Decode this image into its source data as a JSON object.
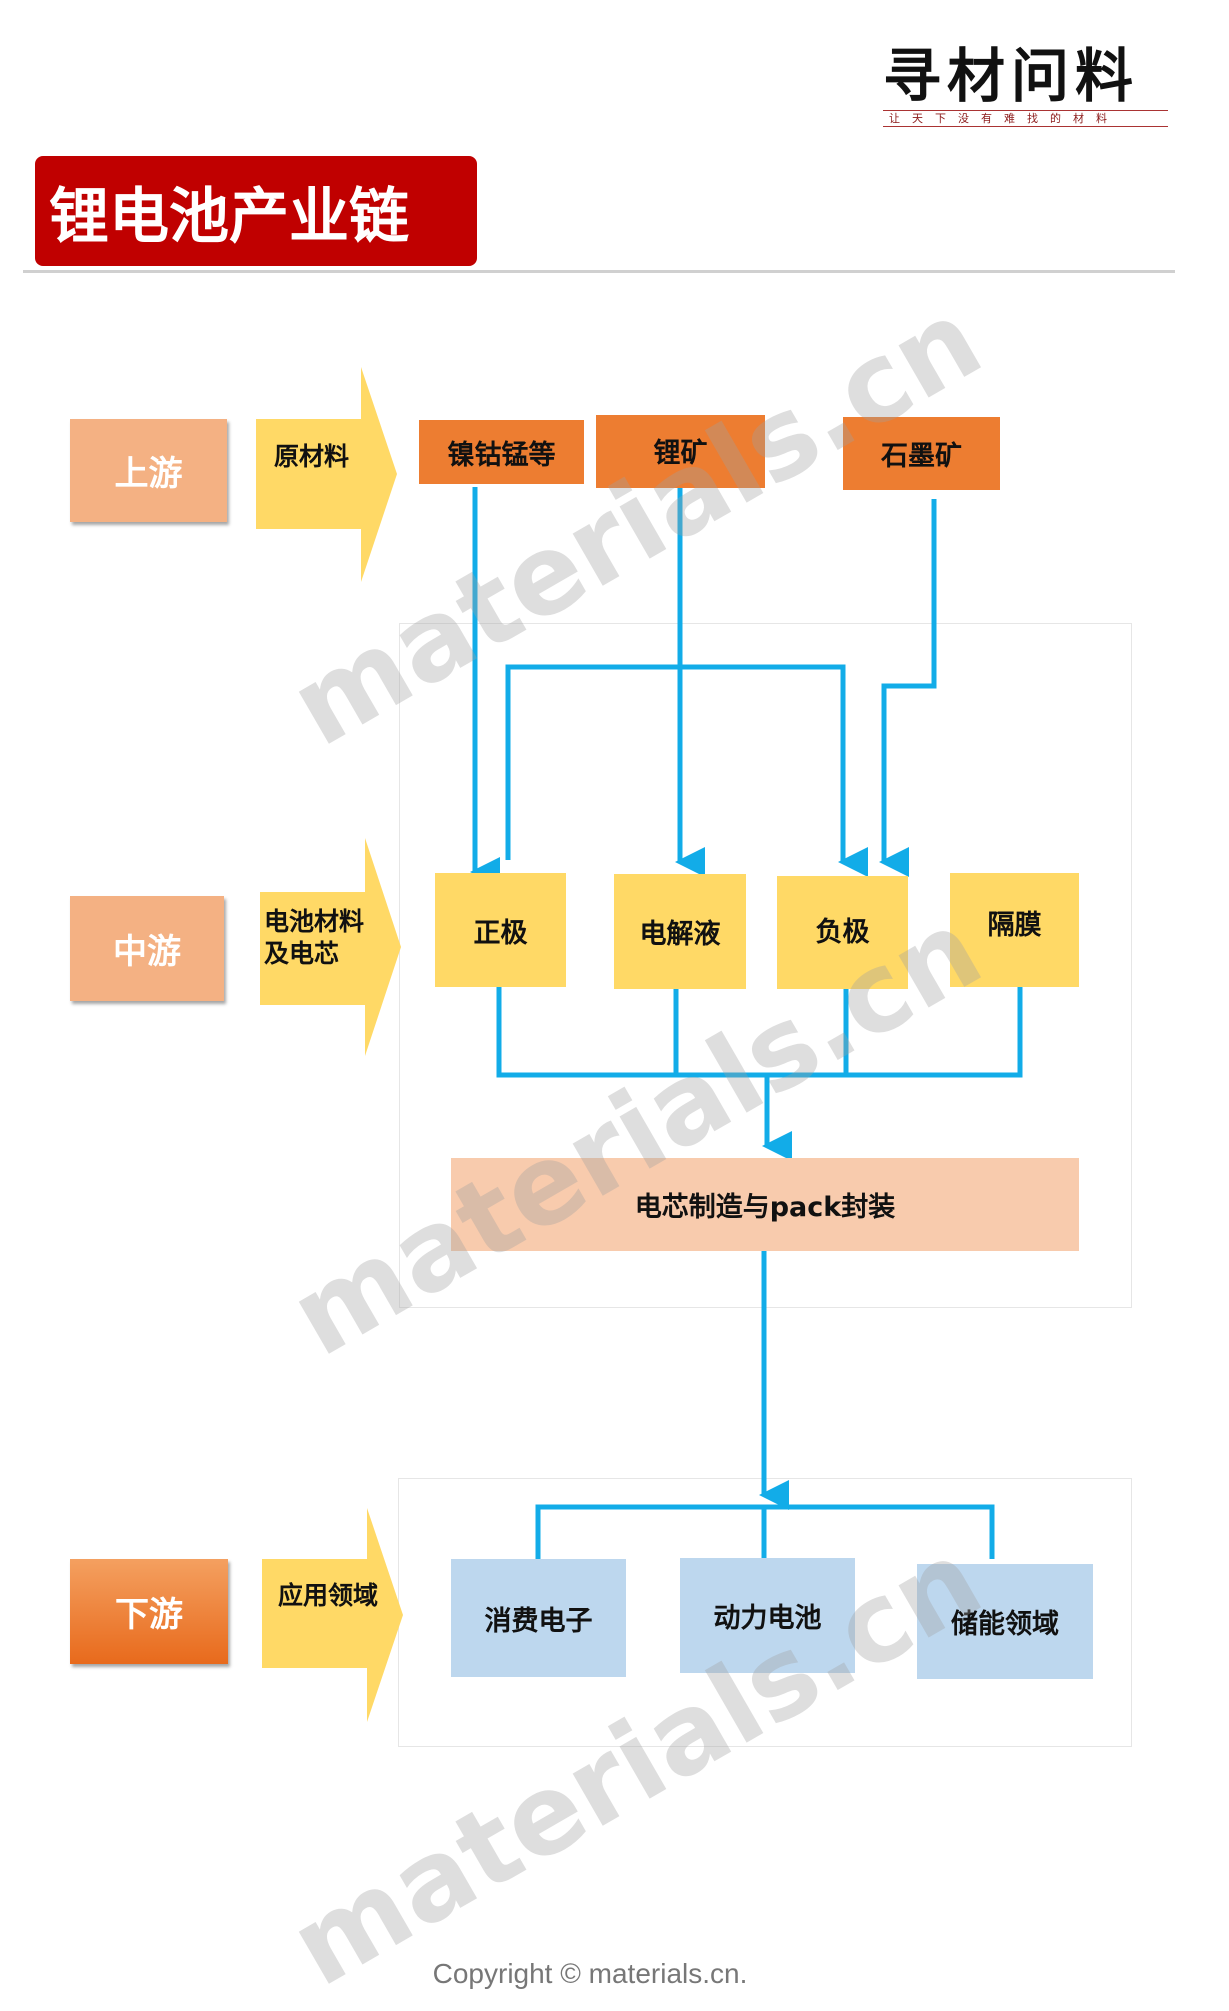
{
  "logo": {
    "title": "寻材问料",
    "slogan": "让天下没有难找的材料"
  },
  "title": "锂电池产业链",
  "stages": {
    "upstream": {
      "label": "上游",
      "category": "原材料",
      "items": [
        "镍钴锰等",
        "锂矿",
        "石墨矿"
      ]
    },
    "midstream": {
      "label": "中游",
      "category_line1": "电池材料",
      "category_line2": "及电芯",
      "items": [
        "正极",
        "电解液",
        "负极",
        "隔膜"
      ],
      "assembly": "电芯制造与pack封装"
    },
    "downstream": {
      "label": "下游",
      "category": "应用领域",
      "items": [
        "消费电子",
        "动力电池",
        "储能领域"
      ]
    }
  },
  "watermark": "materials.cn",
  "copyright": "Copyright © materials.cn.",
  "colors": {
    "title_bg": "#C00000",
    "stage": "#F4B183",
    "stage_down": "#ED7D31",
    "arrow": "#FFD966",
    "raw": "#ED7D31",
    "flow": "#12ACE8",
    "app": "#BDD7EE",
    "assembly": "#F8CBAD"
  }
}
